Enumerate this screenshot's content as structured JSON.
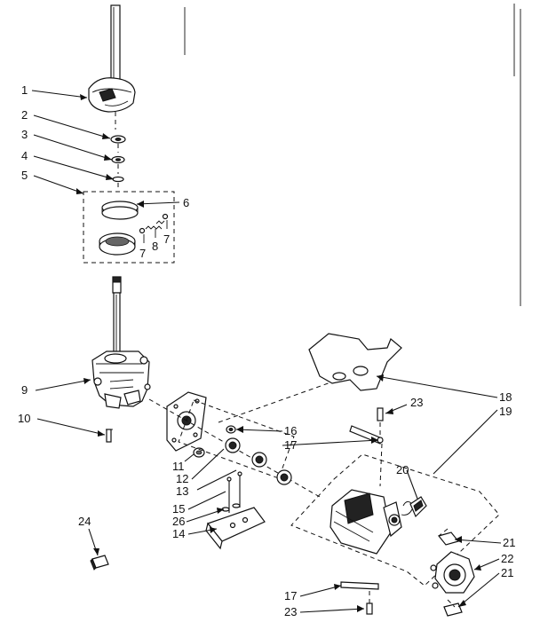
{
  "callouts": {
    "c1": "1",
    "c2": "2",
    "c3": "3",
    "c4": "4",
    "c5": "5",
    "c6": "6",
    "c7a": "7",
    "c8": "8",
    "c7b": "7",
    "c9": "9",
    "c10": "10",
    "c11": "11",
    "c12": "12",
    "c13": "13",
    "c14": "14",
    "c15": "15",
    "c16": "16",
    "c17a": "17",
    "c17b": "17",
    "c18": "18",
    "c19": "19",
    "c20": "20",
    "c21a": "21",
    "c21b": "21",
    "c22": "22",
    "c23a": "23",
    "c23b": "23",
    "c24": "24",
    "c26": "26"
  }
}
